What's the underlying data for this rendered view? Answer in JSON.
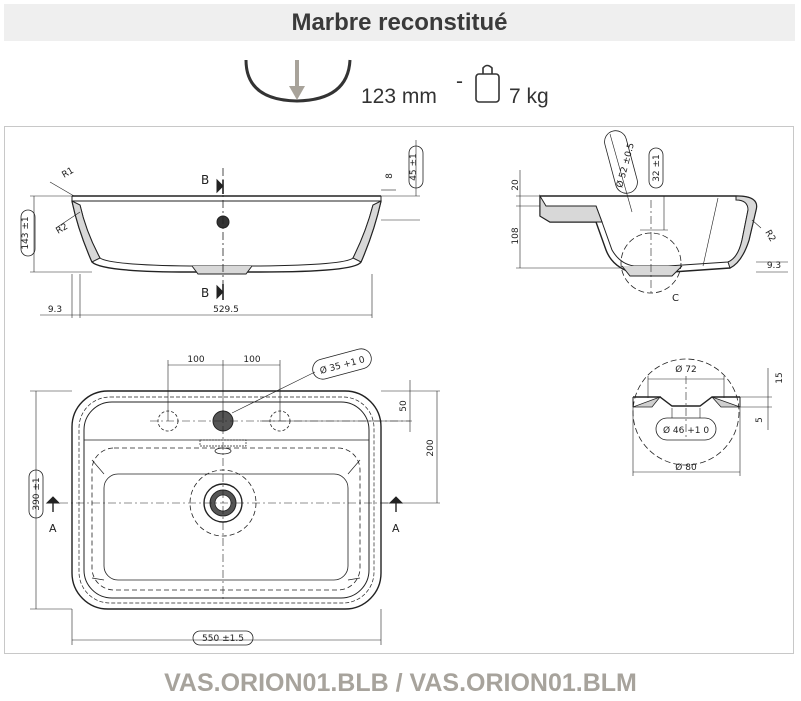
{
  "header": {
    "title": "Marbre reconstitué",
    "depth_value": "123 mm",
    "separator": "-",
    "weight_value": "7 kg"
  },
  "icons": {
    "depth": "basin-depth-arrow-icon",
    "weight": "weight-icon"
  },
  "colors": {
    "title_background": "#efefef",
    "arrow": "#a8a39a",
    "footer_text": "#a7a39c",
    "frame_border": "#c8c8c8"
  },
  "side_view": {
    "label_R1": "R1",
    "label_R2": "R2",
    "dim_143": "143 ±1",
    "dim_45": "45 ±1",
    "dim_8": "8",
    "dim_9_3": "9.3",
    "dim_529_5": "529.5",
    "section_top": "B",
    "section_bottom": "B"
  },
  "section_view": {
    "dim_20": "20",
    "dim_108": "108",
    "dim_phi52": "Ø 52 ±0.5",
    "dim_32": "32 ±1",
    "label_R2": "R2",
    "dim_9_3": "9.3",
    "detail_label": "C"
  },
  "top_view": {
    "dim_100_left": "100",
    "dim_100_right": "100",
    "dim_phi35": "Ø 35 +1 0",
    "dim_50": "50",
    "dim_200": "200",
    "dim_390": "390 ±1",
    "dim_550": "550 ±1.5",
    "section_left": "A",
    "section_right": "A"
  },
  "detail_view": {
    "dim_phi72": "Ø 72",
    "dim_15": "15",
    "dim_5": "5",
    "dim_phi46": "Ø 46 +1 0",
    "dim_phi80": "Ø 80"
  },
  "footer": {
    "model_code": "VAS.ORION01.BLB / VAS.ORION01.BLM"
  }
}
